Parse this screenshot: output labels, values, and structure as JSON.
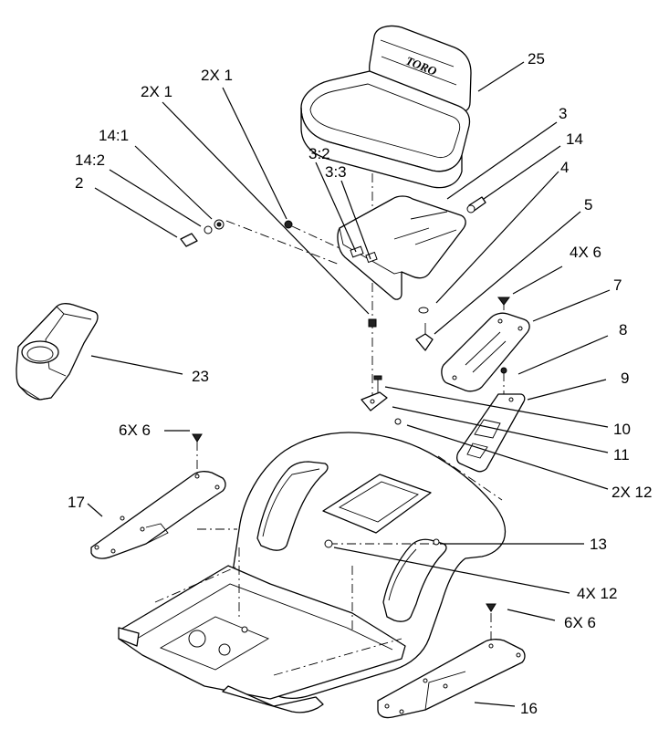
{
  "seat_logo": "TORO",
  "callouts": {
    "c25": "25",
    "c3": "3",
    "c14": "14",
    "c4": "4",
    "c5": "5",
    "c4x6": "4X 6",
    "c7": "7",
    "c8": "8",
    "c9": "9",
    "c10": "10",
    "c11": "11",
    "c2x12": "2X 12",
    "c13": "13",
    "c4x12": "4X 12",
    "c6x6_right": "6X 6",
    "c16": "16",
    "c6x6_left": "6X 6",
    "c17": "17",
    "c23": "23",
    "c2": "2",
    "c14_2": "14:2",
    "c14_1": "14:1",
    "c2x1_a": "2X 1",
    "c2x1_b": "2X 1",
    "c3_2": "3:2",
    "c3_3": "3:3"
  }
}
